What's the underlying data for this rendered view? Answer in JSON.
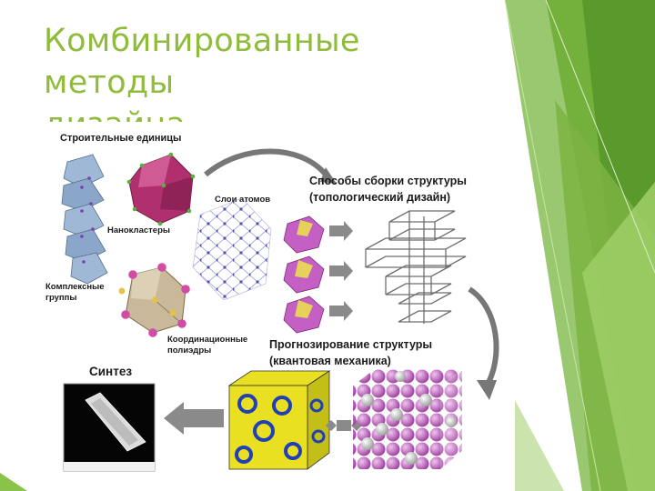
{
  "slide": {
    "title_line1": "Комбинированные методы",
    "title_line2": "дизайна",
    "accent_color": "#8fbc3a"
  },
  "figure": {
    "building_units": "Строительные единицы",
    "nanoclusters": "Нанокластеры",
    "atom_layers": "Слои атомов",
    "complex_groups_1": "Комплексные",
    "complex_groups_2": "группы",
    "coord_poly_1": "Координационные",
    "coord_poly_2": "полиэдры",
    "assembly_1": "Способы сборки структуры",
    "assembly_2": "(топологический дизайн)",
    "prediction_1": "Прогнозирование структуры",
    "prediction_2": "(квантовая механика)",
    "synthesis": "Синтез",
    "icons": [
      "curved-arrow-icon",
      "right-arrow-icon",
      "left-arrow-icon",
      "double-arrow-icon"
    ]
  }
}
